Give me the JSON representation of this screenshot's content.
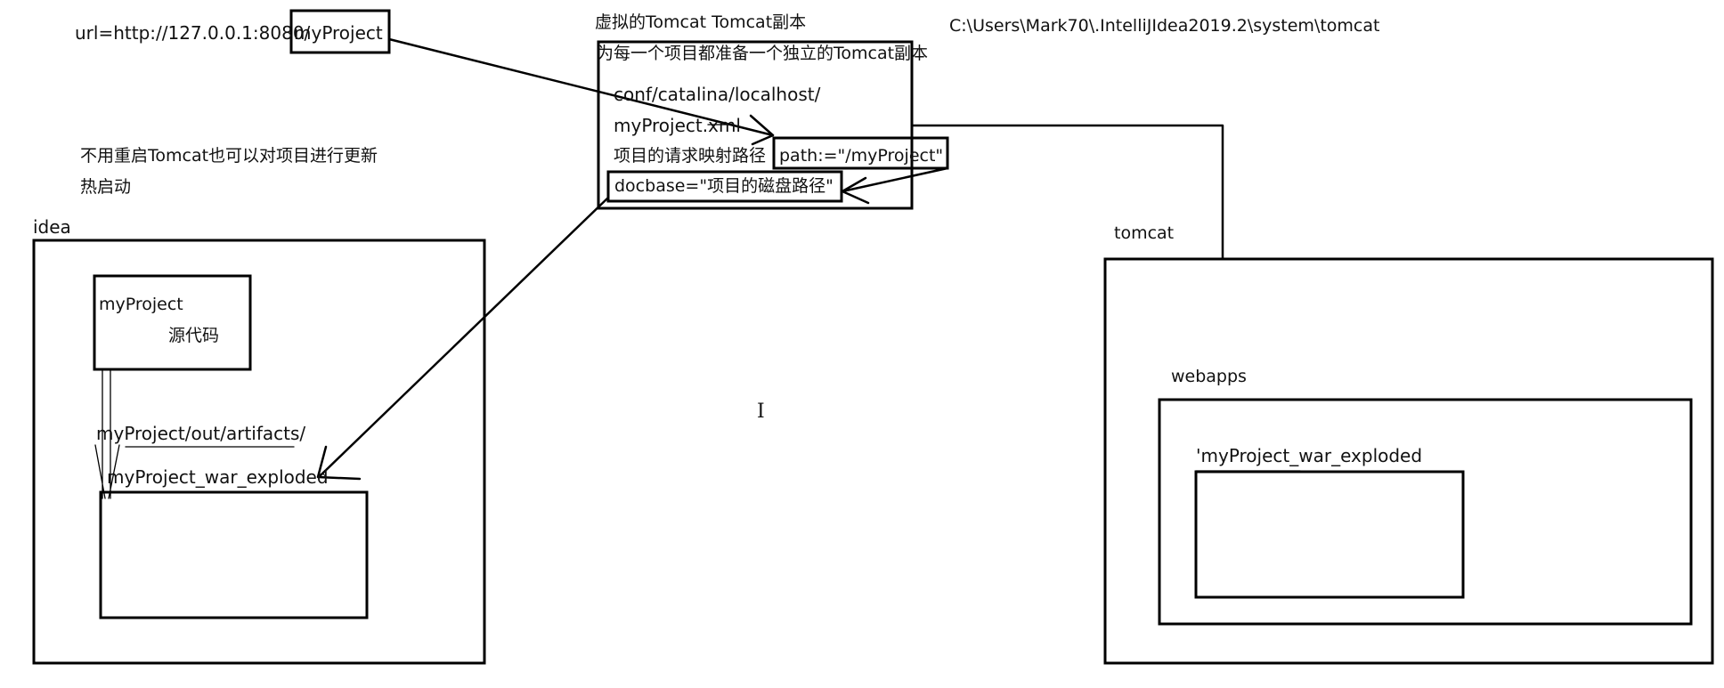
{
  "note_top": {
    "url_prefix": "url=http://127.0.0.1:8080/",
    "url_project": "myProject",
    "virtual_title": "虚拟的Tomcat  Tomcat副本",
    "system_path": "C:\\Users\\Mark70\\.IntelliJIdea2019.2\\system\\tomcat",
    "per_project_note": "为每一个项目都准备一个独立的Tomcat副本"
  },
  "copy_box": {
    "conf_path": "conf/catalina/localhost/",
    "xml_file": "myProject.xml",
    "mapping_label": "项目的请求映射路径",
    "path_attr": "path:=\"/myProject\"",
    "docbase_attr": "docbase=\"项目的磁盘路径\""
  },
  "hot_reload": {
    "line1": "不用重启Tomcat也可以对项目进行更新",
    "line2": "热启动"
  },
  "idea_panel": {
    "title": "idea",
    "project_name": "myProject",
    "source_label": "源代码",
    "artifacts_path": "myProject/out/artifacts/",
    "exploded_name": "myProject_war_exploded"
  },
  "tomcat_panel": {
    "title": "tomcat",
    "webapps_label": "webapps",
    "exploded_name": "'myProject_war_exploded"
  }
}
